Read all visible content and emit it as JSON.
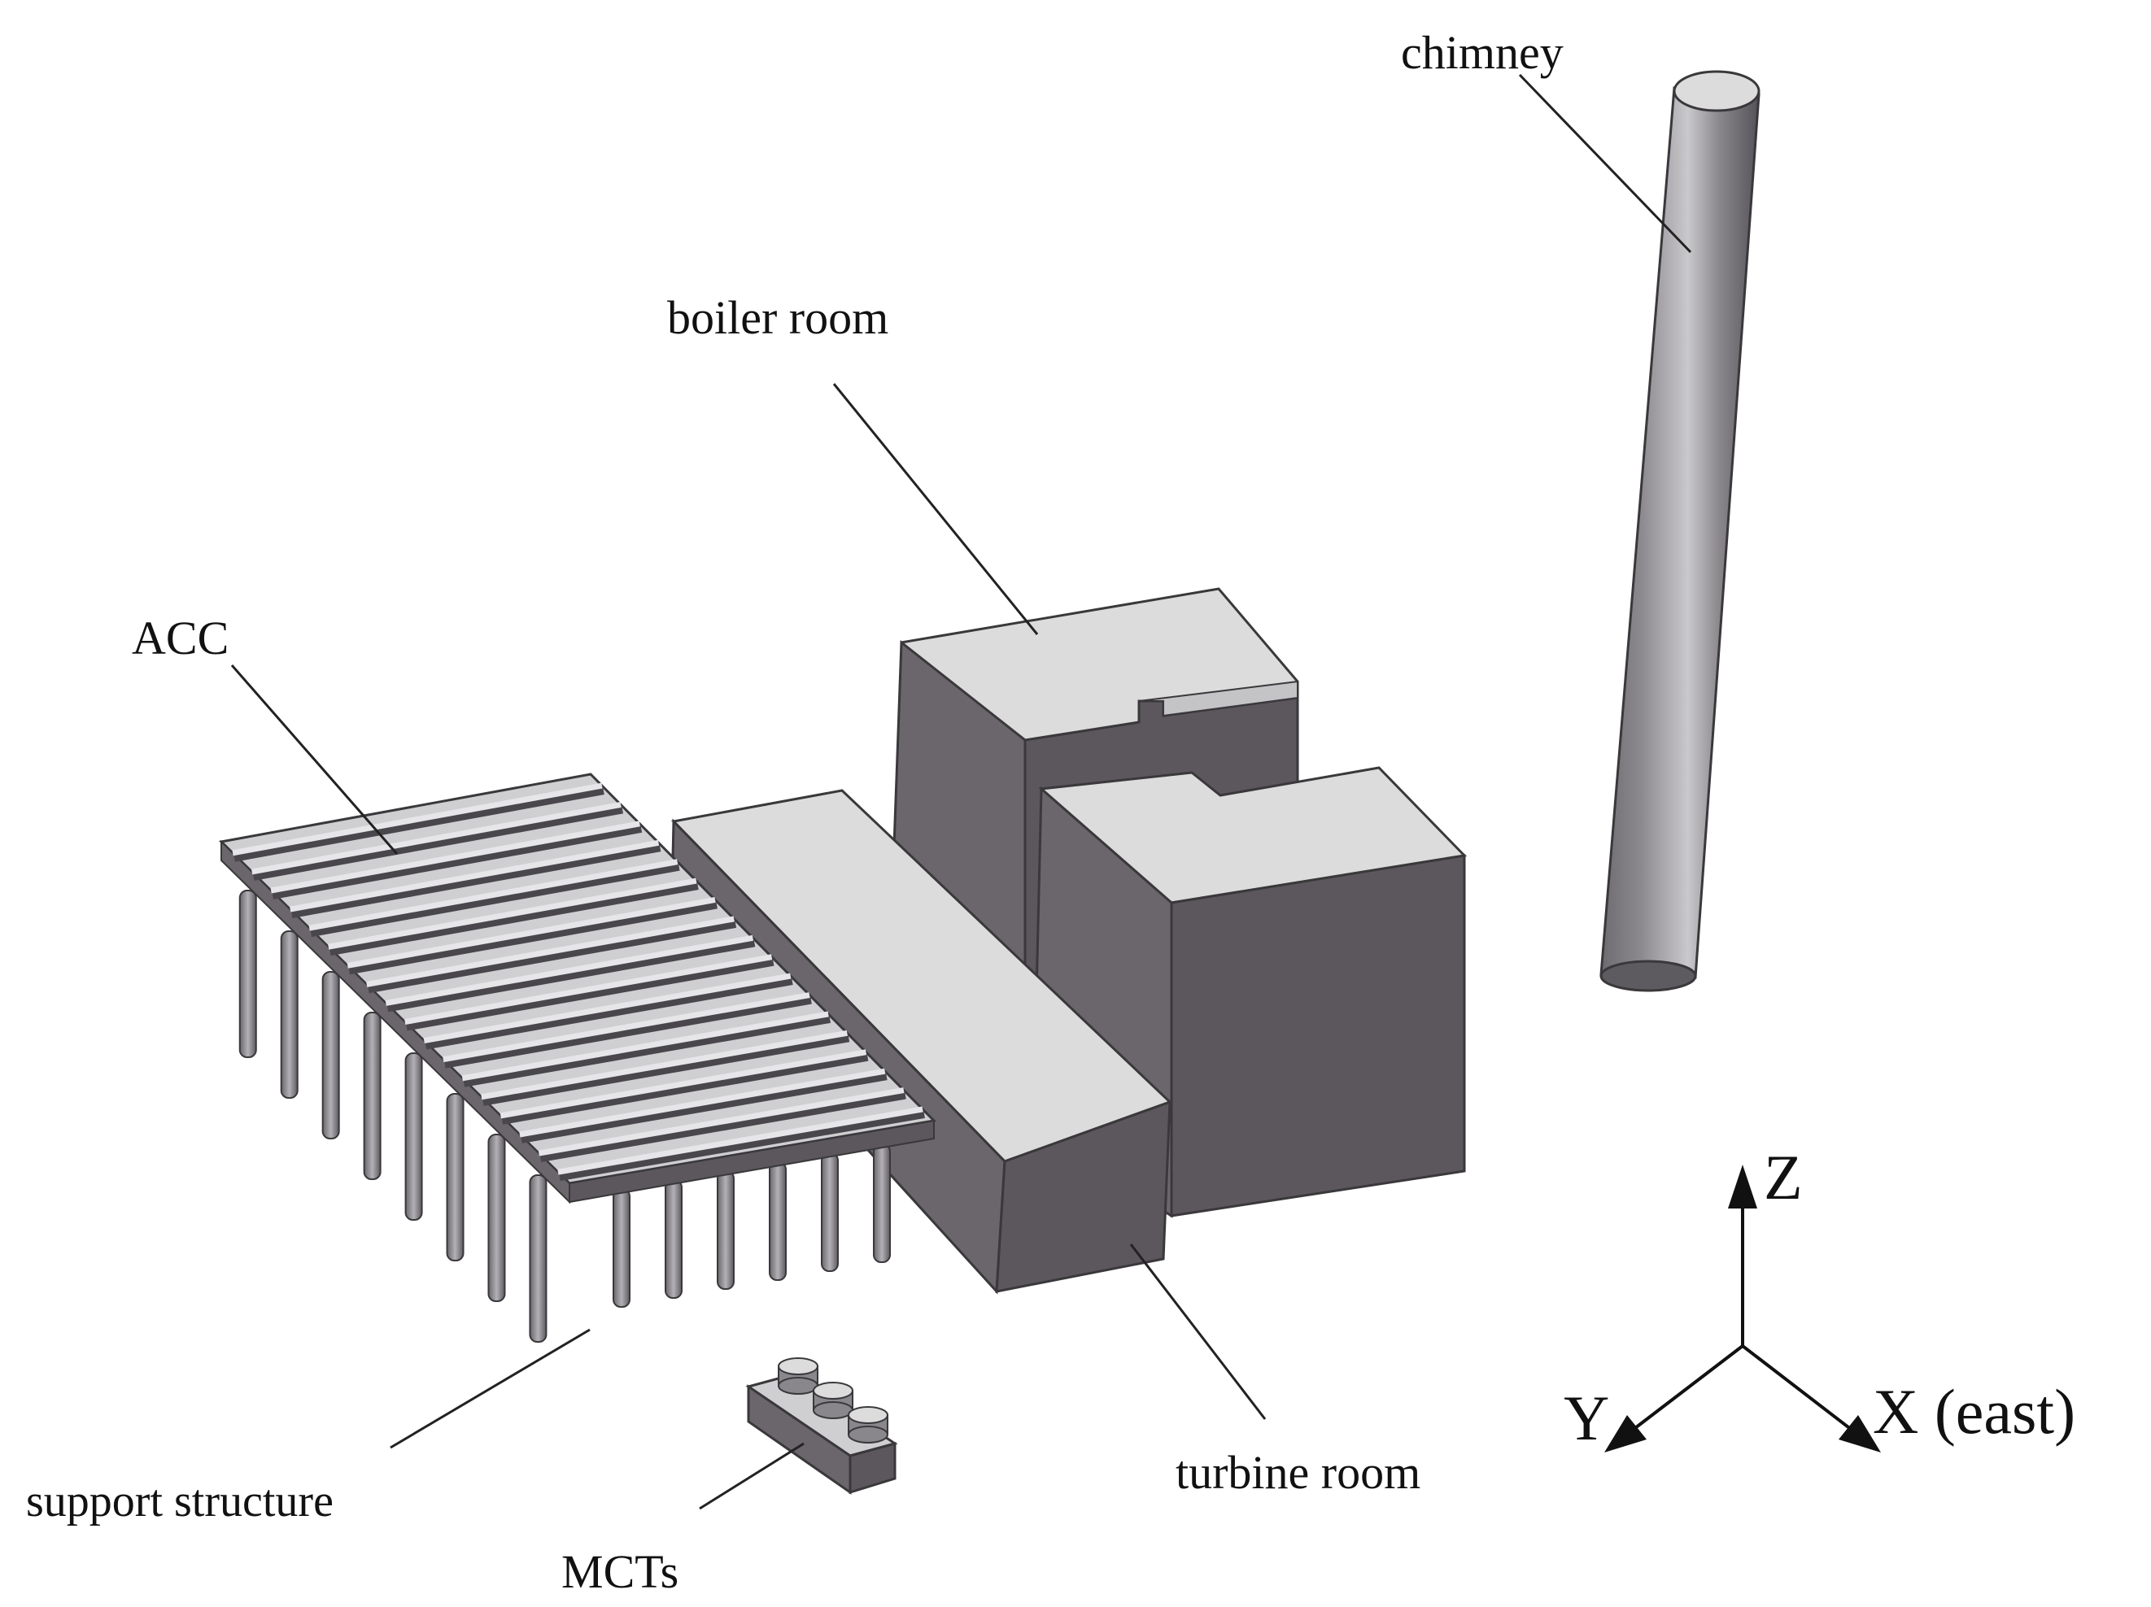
{
  "labels": {
    "chimney": "chimney",
    "boiler_room": "boiler room",
    "acc": "ACC",
    "support_structure": "support structure",
    "mcts": "MCTs",
    "turbine_room": "turbine room"
  },
  "axes": {
    "z": "Z",
    "y": "Y",
    "x": "X (east)"
  },
  "colors": {
    "top_face": "#dcdcdc",
    "side_face": "#6a666b",
    "dark_face": "#5b575c",
    "mid_face": "#8a878c",
    "outline": "#3a383b",
    "ink": "#111111"
  }
}
